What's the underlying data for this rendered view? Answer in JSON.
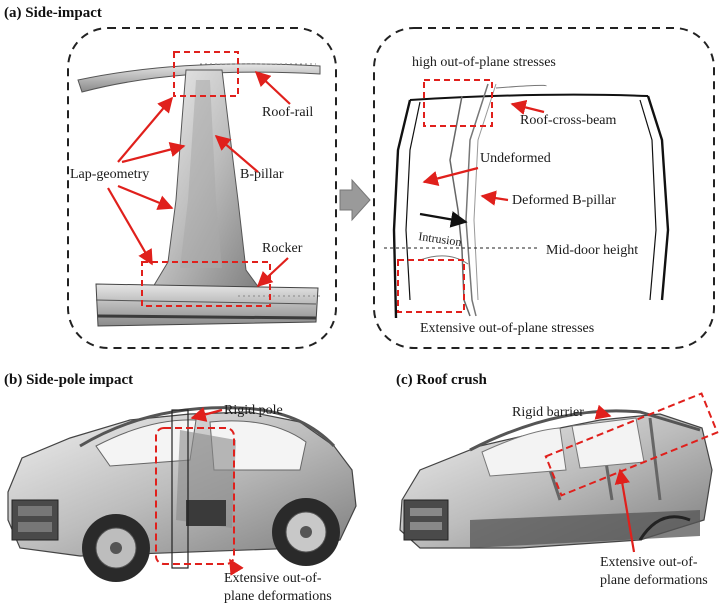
{
  "panel_a": {
    "title": "(a) Side-impact",
    "left": {
      "roof_rail": "Roof-rail",
      "lap_geometry": "Lap-geometry",
      "b_pillar": "B-pillar",
      "rocker": "Rocker"
    },
    "right": {
      "high_stress": "high out-of-plane stresses",
      "roof_cross_beam": "Roof-cross-beam",
      "undeformed": "Undeformed",
      "deformed_b_pillar": "Deformed B-pillar",
      "intrusion": "Intrusion",
      "mid_door": "Mid-door height",
      "extensive_stress": "Extensive out-of-plane stresses"
    }
  },
  "panel_b": {
    "title": "(b) Side-pole impact",
    "rigid_pole": "Rigid pole",
    "deform_line1": "Extensive out-of-",
    "deform_line2": "plane deformations"
  },
  "panel_c": {
    "title": "(c) Roof crush",
    "rigid_barrier": "Rigid barrier",
    "deform_line1": "Extensive out-of-",
    "deform_line2": "plane deformations"
  },
  "colors": {
    "annotation_red": "#e0201c",
    "outline": "#222222",
    "metal_light": "#d8d8d8",
    "metal_dark": "#6a6a6a"
  }
}
